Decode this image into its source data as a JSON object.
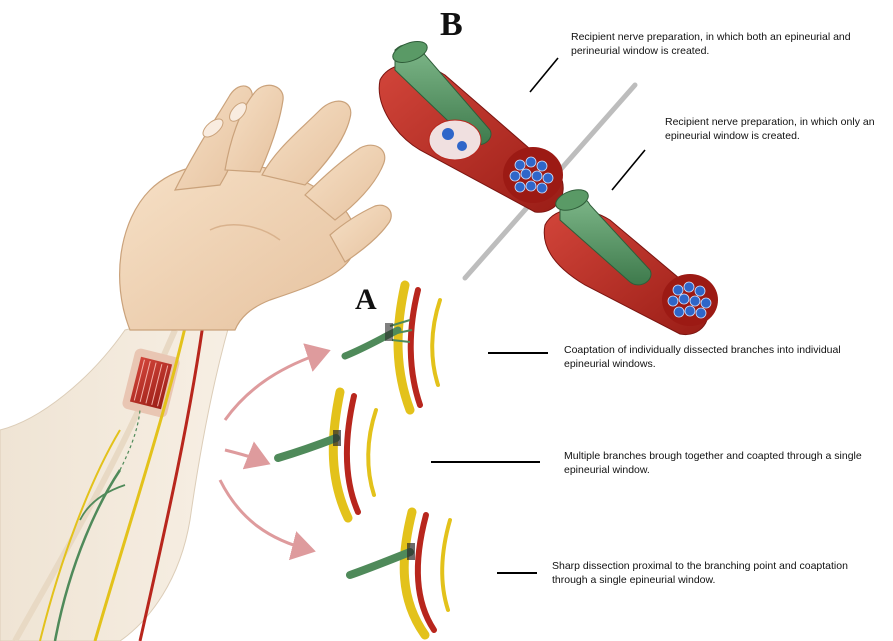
{
  "panels": {
    "a_label": "A",
    "b_label": "B"
  },
  "captions": {
    "b_top": "Recipient nerve preparation, in which both an epineurial and perineurial window is created.",
    "b_bottom": "Recipient nerve preparation, in which only an epineurial window is created.",
    "a_1": "Coaptation of individually dissected branches into individual epineurial windows.",
    "a_2": "Multiple branches brough together and coapted through a single epineurial window.",
    "a_3": "Sharp dissection proximal to the branching point and coaptation through a single epineurial window."
  },
  "colors": {
    "skin": "#f1d4b3",
    "skin_shadow": "#d9b28d",
    "donor_nerve": "#4f8a5a",
    "recipient_nerve": "#e3c21b",
    "artery": "#b8261d",
    "fascicle": "#2f66c9",
    "arrow": "#d98a8c",
    "divider": "#bdbdbd"
  },
  "icons": [
    "hand-illustration",
    "nerve-cross-section",
    "curved-arrow"
  ]
}
